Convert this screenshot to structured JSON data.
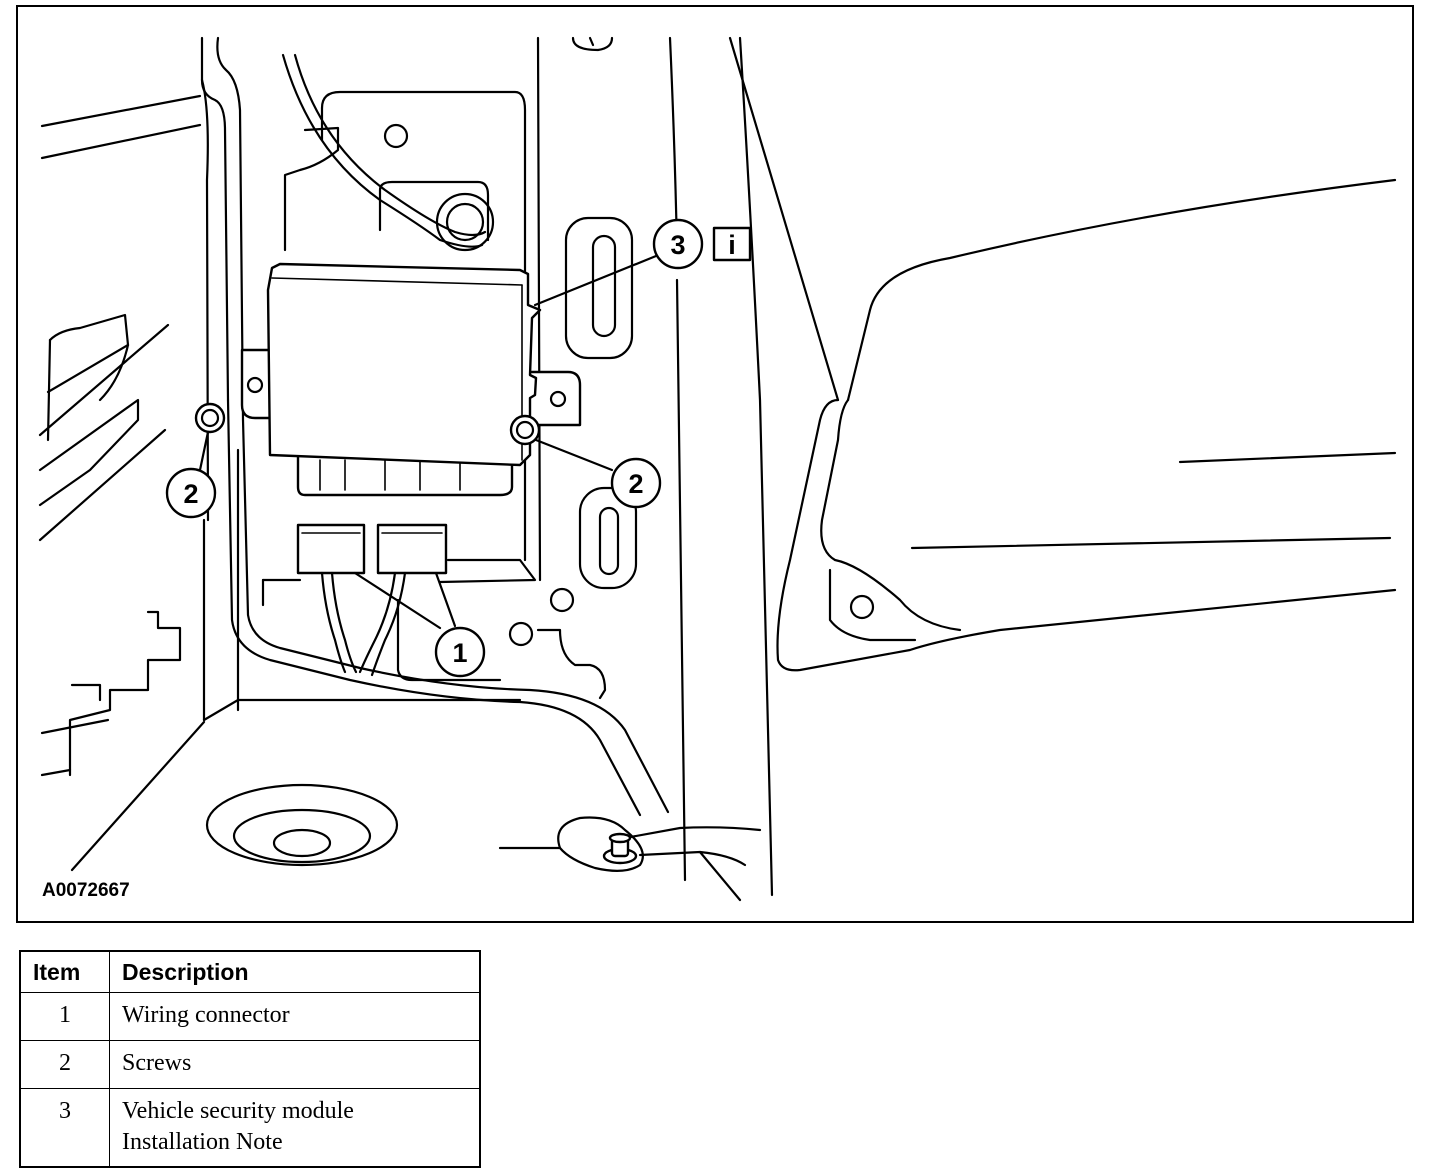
{
  "figure": {
    "id_label": "A0072667",
    "callouts": [
      {
        "number": "1"
      },
      {
        "number": "2"
      },
      {
        "number": "2"
      },
      {
        "number": "3"
      }
    ],
    "info_icon_letter": "i"
  },
  "legend": {
    "headers": {
      "item": "Item",
      "description": "Description"
    },
    "rows": [
      {
        "item": "1",
        "description": [
          "Wiring connector"
        ]
      },
      {
        "item": "2",
        "description": [
          "Screws"
        ]
      },
      {
        "item": "3",
        "description": [
          "Vehicle security module",
          "Installation Note"
        ]
      }
    ]
  }
}
